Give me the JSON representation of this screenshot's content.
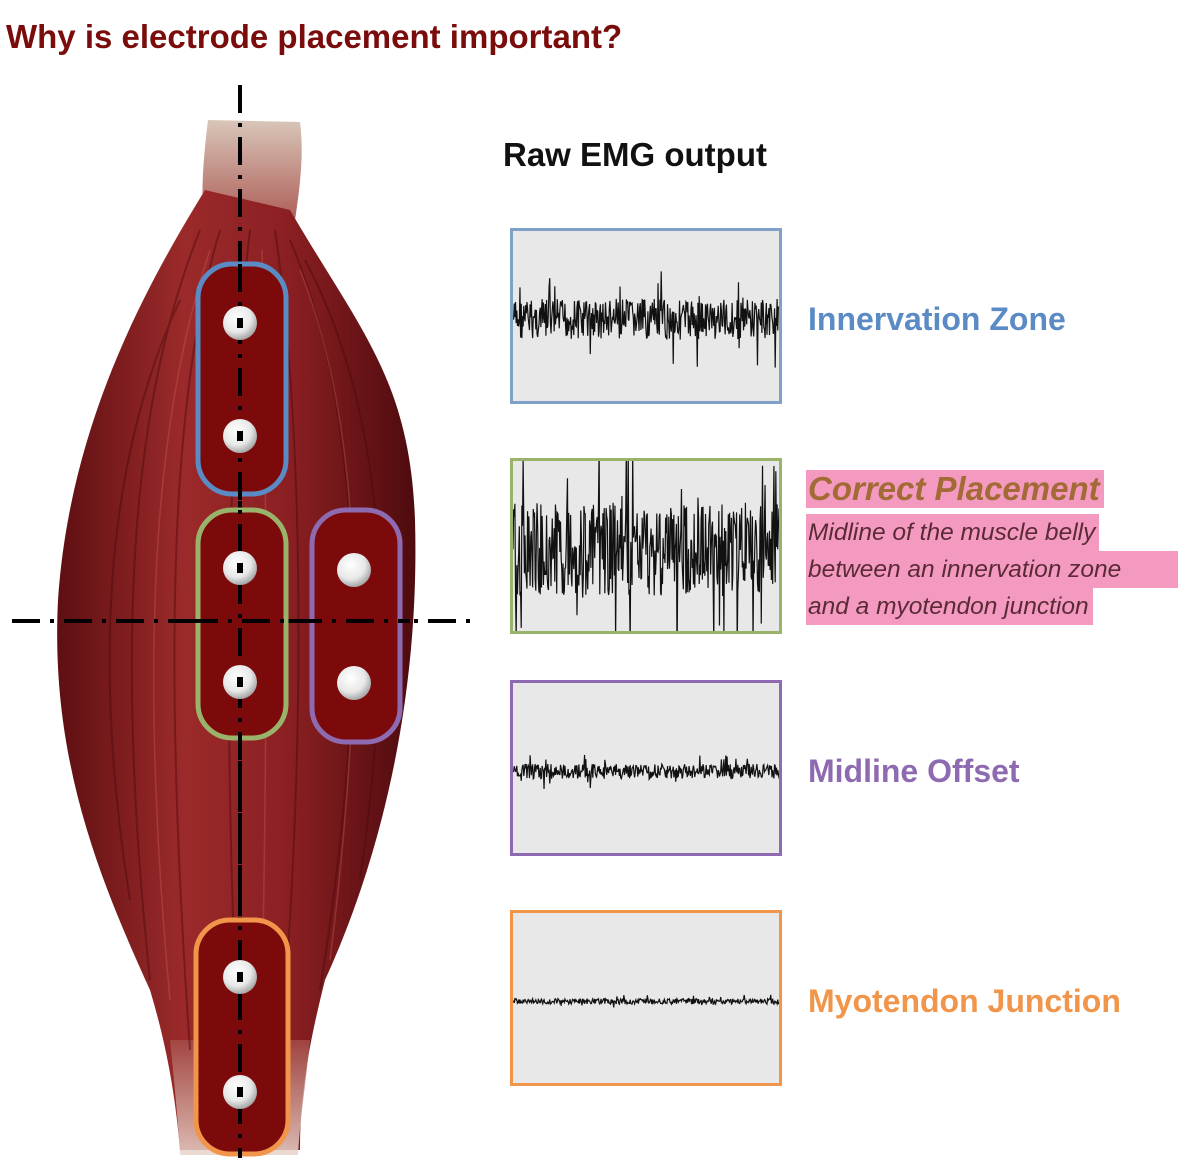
{
  "title": "Why is electrode placement important?",
  "raw_title": "Raw EMG output",
  "colors": {
    "title": "#7a0c0c",
    "innervation": "#5b8bc4",
    "correct_bg": "#f49ac0",
    "correct_text": "#a26a35",
    "midline_offset": "#8e6bb0",
    "myotendon": "#f0954a",
    "muscle": "#8c1d1d"
  },
  "placements": [
    {
      "name": "Innervation Zone",
      "color": "#5b8bc4",
      "signal_amplitude": 0.22
    },
    {
      "name": "Correct Placement",
      "color": "#9ab36a",
      "signal_amplitude": 0.5,
      "description": [
        "Midline of the muscle belly",
        "between an innervation zone",
        "and a myotendon junction"
      ]
    },
    {
      "name": "Midline Offset",
      "color": "#8e6bb0",
      "signal_amplitude": 0.08
    },
    {
      "name": "Myotendon Junction",
      "color": "#f0954a",
      "signal_amplitude": 0.03
    }
  ]
}
